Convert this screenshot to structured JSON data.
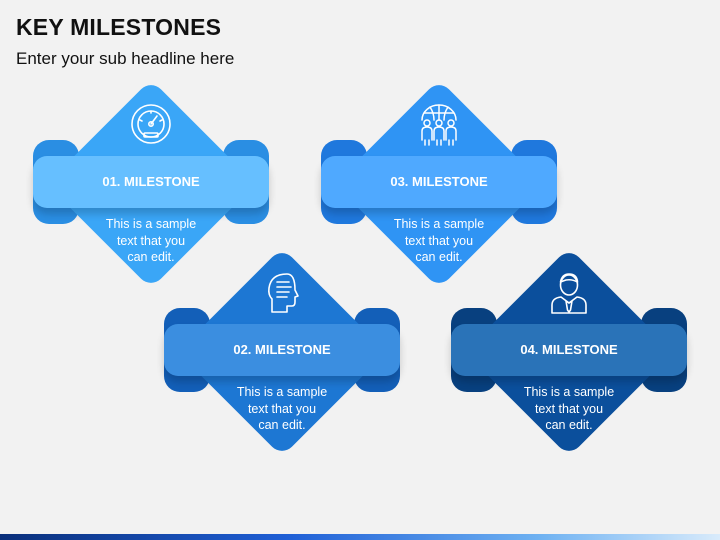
{
  "header": {
    "title": "KEY MILESTONES",
    "subtitle": "Enter your sub headline here"
  },
  "milestones": [
    {
      "label": "01. MILESTONE",
      "text": "This is a sample\ntext that you\ncan edit.",
      "icon": "speedometer-icon",
      "colors": {
        "diamond": "#3aa6f7",
        "band": "#66bfff",
        "tab": "#2a8ee3"
      }
    },
    {
      "label": "03. MILESTONE",
      "text": "This is a sample\ntext that you\ncan edit.",
      "icon": "global-team-icon",
      "colors": {
        "diamond": "#2f94f4",
        "band": "#4fa9ff",
        "tab": "#1f78dd"
      }
    },
    {
      "label": "02. MILESTONE",
      "text": "This is a sample\ntext that you\ncan edit.",
      "icon": "head-profile-icon",
      "colors": {
        "diamond": "#1d77d3",
        "band": "#3b8ee0",
        "tab": "#135fb8"
      }
    },
    {
      "label": "04. MILESTONE",
      "text": "This is a sample\ntext that you\ncan edit.",
      "icon": "businessman-icon",
      "colors": {
        "diamond": "#0b4f9c",
        "band": "#2a73b8",
        "tab": "#08407f"
      }
    }
  ]
}
